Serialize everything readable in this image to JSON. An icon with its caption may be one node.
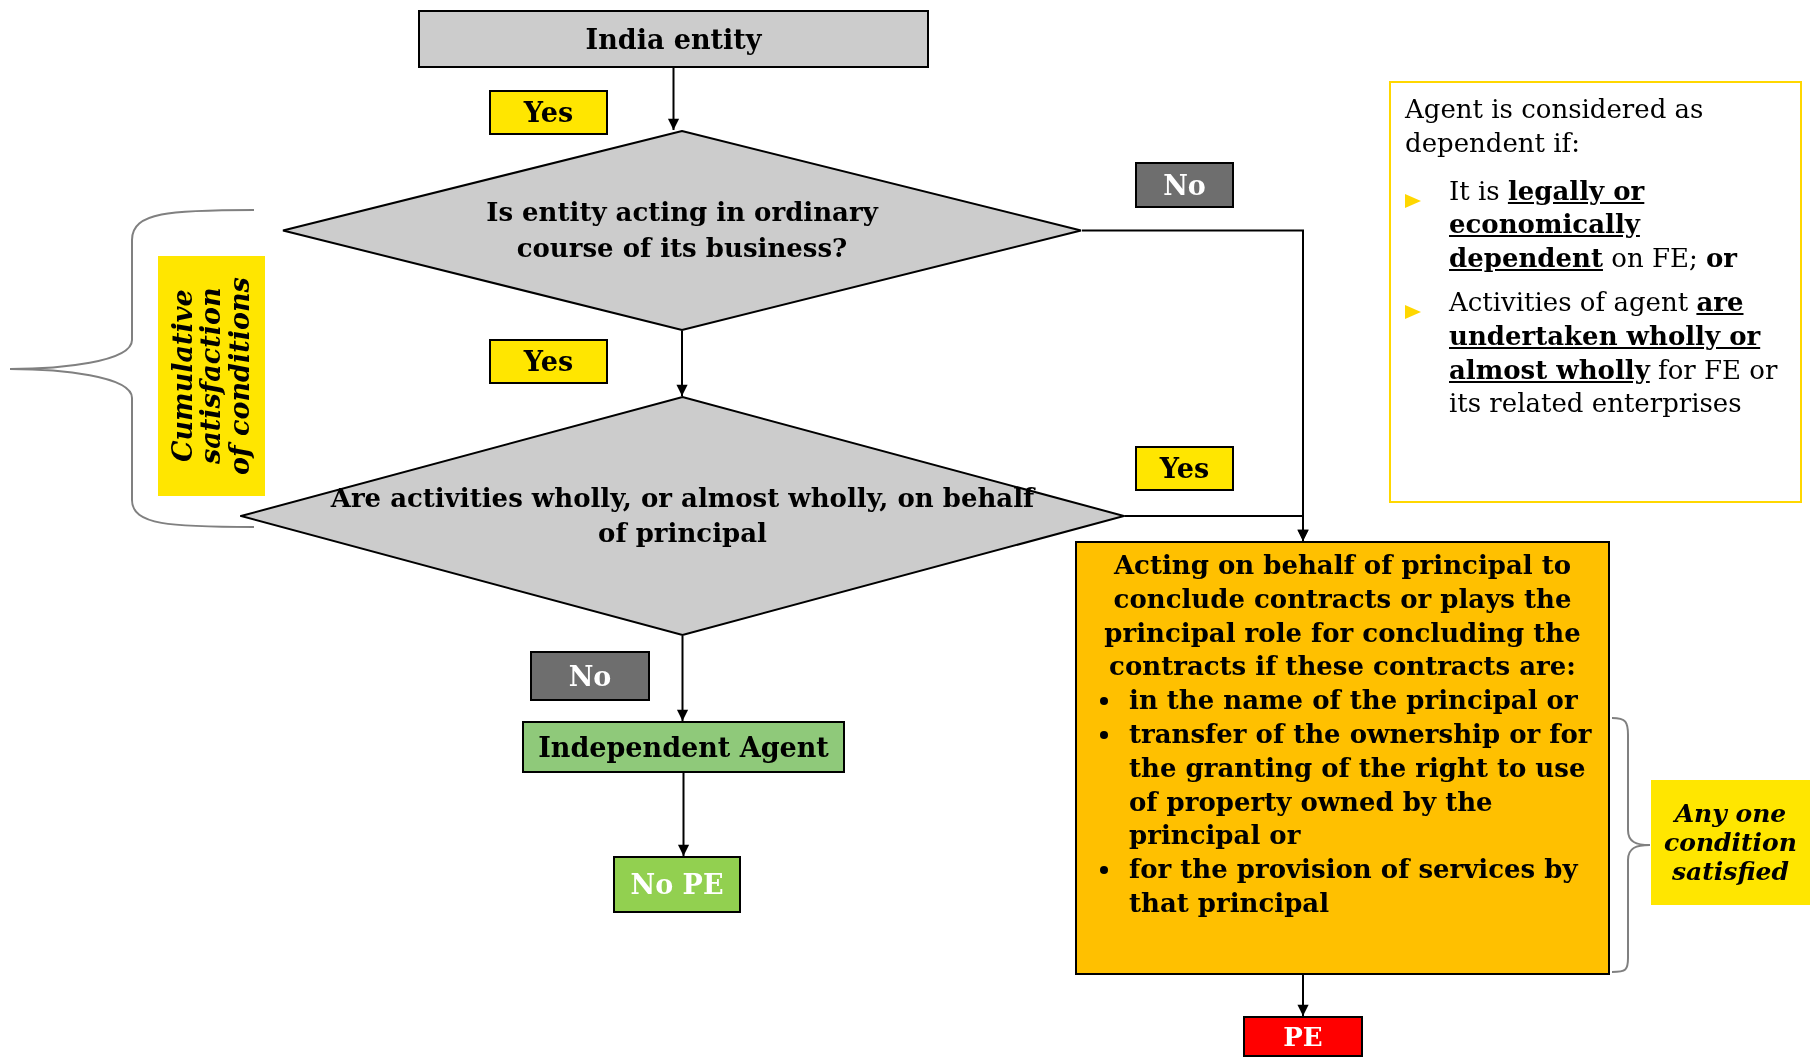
{
  "diagram": {
    "nodes": [
      {
        "text": [
          "India entity"
        ]
      },
      {
        "text": [
          "Is entity acting in ordinary course of its business?"
        ]
      },
      {
        "text": [
          "Are activities wholly, or almost wholly, on behalf of principal"
        ]
      },
      {
        "text": [
          "Acting on behalf of principal to conclude contracts or plays the principal role for concluding the contracts if these contracts are:",
          "in the name of the principal or",
          "transfer of the ownership or for the granting of the right to use of property owned by the principal or",
          "for the provision of services by that principal"
        ]
      },
      {
        "text": [
          "Independent Agent"
        ]
      },
      {
        "text": [
          "No PE"
        ]
      },
      {
        "text": [
          "PE"
        ]
      },
      {
        "text": [
          "Agent is considered as dependent if:",
          "It is **legally or economically dependent** on FE; **or**",
          "Activities of agent **are undertaken wholly or almost wholly** for FE or its related enterprises"
        ]
      },
      {
        "text": [
          "Cumulative satisfaction of conditions"
        ]
      },
      {
        "text": [
          "Any one condition satisfied"
        ]
      }
    ],
    "edges": [
      {
        "from": 0,
        "to": 1,
        "arrow": "to",
        "label": "Yes"
      },
      {
        "from": 1,
        "to": 2,
        "arrow": "to",
        "label": "Yes"
      },
      {
        "from": 1,
        "to": 3,
        "arrow": "to",
        "label": "No"
      },
      {
        "from": 2,
        "to": 3,
        "arrow": "to",
        "label": "Yes"
      },
      {
        "from": 2,
        "to": 4,
        "arrow": "to",
        "label": "No"
      },
      {
        "from": 4,
        "to": 5,
        "arrow": "to"
      },
      {
        "from": 3,
        "to": 6,
        "arrow": "to"
      }
    ]
  }
}
